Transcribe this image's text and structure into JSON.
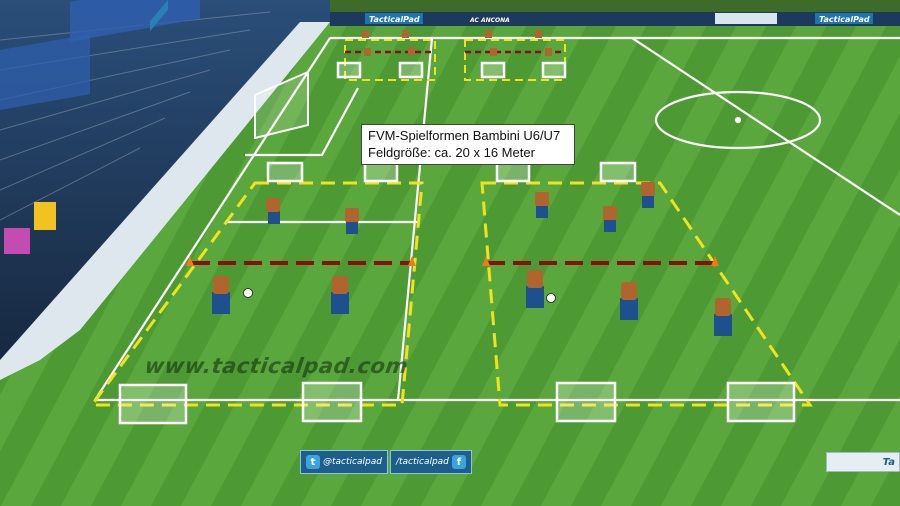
{
  "caption": {
    "line1": "FVM-Spielformen Bambini U6/U7",
    "line2": "Feldgröße: ca. 20 x 16 Meter"
  },
  "watermark": "www.tacticalpad.com",
  "stadium": {
    "board_text": "TacticalPad",
    "score_label": "AC ANCONA"
  },
  "social": {
    "twitter": "@tacticalpad",
    "facebook": "/tacticalpad",
    "twitter_icon": "bird-icon",
    "facebook_icon": "f-icon"
  },
  "corner_badge": "Ta",
  "colors": {
    "grass_dark": "#3f8a2c",
    "grass_light": "#57a53a",
    "field_line": "#ffffff",
    "zone_line": "#f2e21b",
    "divider_line": "#8a1010",
    "jersey": "#1e4f8f",
    "cone": "#f07a1a"
  }
}
